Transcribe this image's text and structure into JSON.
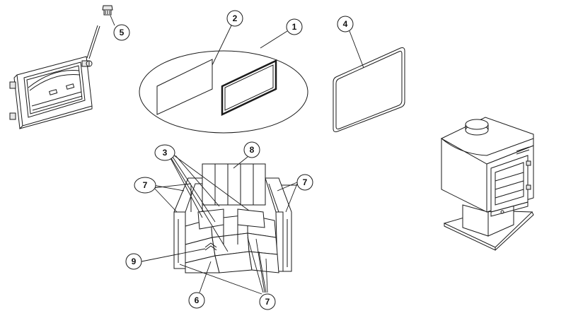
{
  "callouts": {
    "c1": "1",
    "c2": "2",
    "c3": "3",
    "c4": "4",
    "c5": "5",
    "c6": "6",
    "c7a": "7",
    "c7b": "7",
    "c7c": "7",
    "c8": "8",
    "c9": "9"
  },
  "colors": {
    "line": "#1a1a1a",
    "shade": "#e6e6e6",
    "background": "#ffffff"
  }
}
